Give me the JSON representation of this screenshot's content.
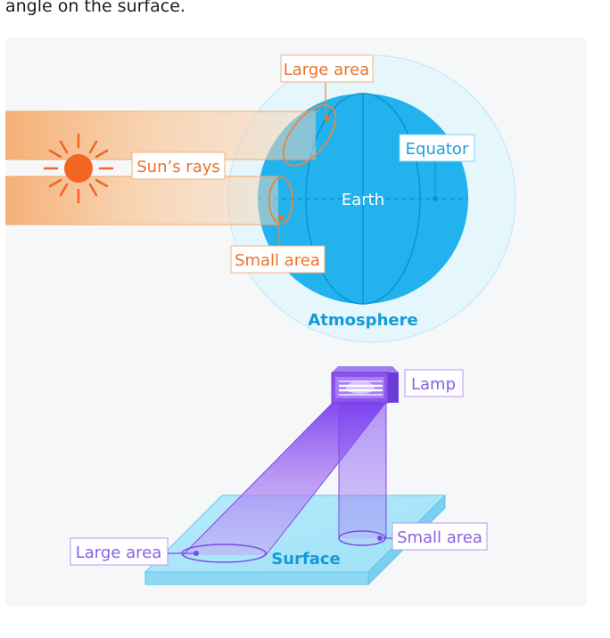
{
  "intro_text": "angle on the surface.",
  "sun_diagram": {
    "labels": {
      "large_area": "Large area",
      "suns_rays": "Sun’s rays",
      "small_area": "Small area",
      "equator": "Equator",
      "earth": "Earth",
      "atmosphere": "Atmosphere"
    }
  },
  "lamp_diagram": {
    "labels": {
      "lamp": "Lamp",
      "large_area": "Large area",
      "small_area": "Small area",
      "surface": "Surface"
    }
  },
  "colors": {
    "sun": "#f26522",
    "ray_orange": "#f4a15d",
    "label_orange": "#e8732c",
    "earth": "#21b0ec",
    "earth_dark": "#1593cf",
    "atmosphere": "#e3f5fc",
    "lamp": "#8f52ef",
    "lamp_label": "#8a60e6",
    "surface": "#a9e5f8",
    "surface_label": "#149ad8"
  }
}
